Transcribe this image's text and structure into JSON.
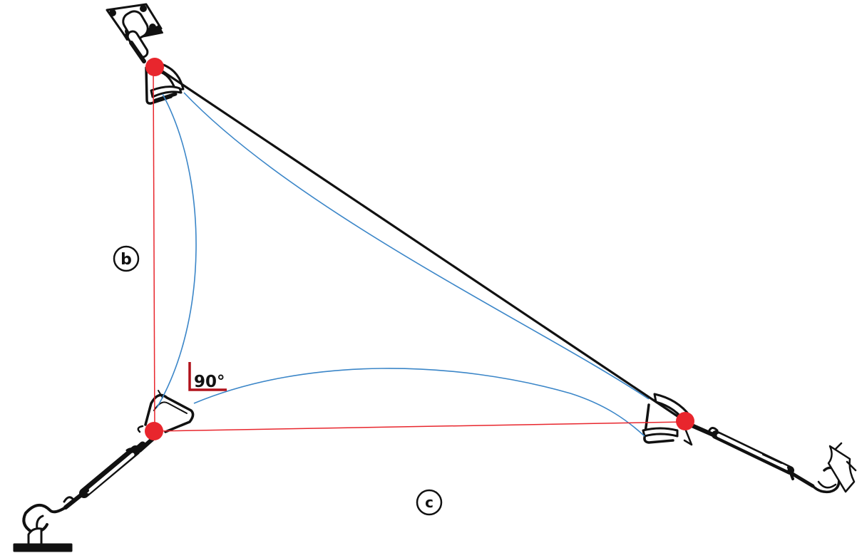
{
  "diagram": {
    "labels": {
      "side_b": "b",
      "side_c": "c",
      "right_angle": "90°"
    },
    "colors": {
      "measure_lines": "#e8262d",
      "anchor_points": "#e8262d",
      "sail_outline": "#3b86c8",
      "diagonal_cable": "#111111",
      "hardware": "#111111",
      "angle_marker": "#b0121b"
    },
    "icons": {
      "anchor_points": "red-dot-icon",
      "hardware": [
        "wall-plate-icon",
        "chain-link-icon",
        "d-shackle-icon",
        "turnbuckle-icon",
        "eye-hook-icon",
        "ground-anchor-icon"
      ]
    }
  }
}
